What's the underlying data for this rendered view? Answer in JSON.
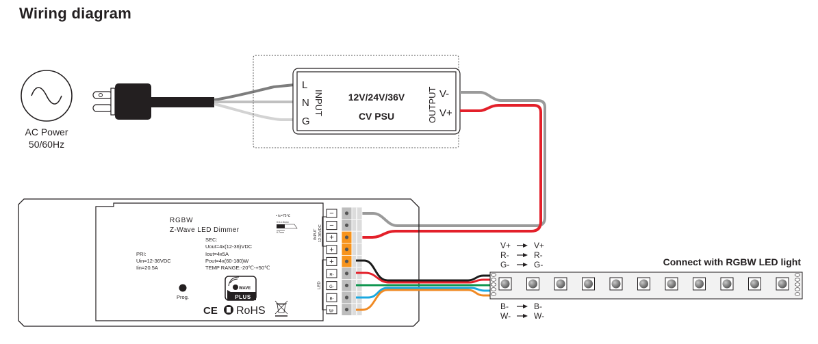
{
  "title": "Wiring diagram",
  "ac_source": {
    "icon": "ac-sine-wave-icon",
    "label_line1": "AC Power",
    "label_line2": "50/60Hz"
  },
  "psu": {
    "input_terminals": [
      "L",
      "N",
      "G"
    ],
    "input_label": "INPUT",
    "line1": "12V/24V/36V",
    "line2": "CV PSU",
    "output_label": "OUTPUT",
    "output_terminals": [
      "V-",
      "V+"
    ]
  },
  "dimmer": {
    "type": "RGBW",
    "name": "Z-Wave LED Dimmer",
    "pri": {
      "heading": "PRI:",
      "lines": [
        "Uin=12-36VDC",
        "Iin=20.5A"
      ]
    },
    "sec": {
      "heading": "SEC:",
      "lines": [
        "Uout=4x(12-36)VDC",
        "Iout=4x5A",
        "Pout=4x(60-180)W",
        "TEMP RANGE:-20℃-+50℃"
      ]
    },
    "tc": "• tc=75℃",
    "wire_spec": "0.5-1.5mm²",
    "strip_len": "6-7mm",
    "prog_label": "Prog.",
    "zwave_logo_top": "WAVE",
    "zwave_logo_bottom": "PLUS",
    "cert_marks": "CE",
    "rohs": "RoHS",
    "input_group_label": "INPUT",
    "input_group_sub": "12-36VDC",
    "led_group_label": "LED",
    "terminals": [
      "−",
      "−",
      "+",
      "+",
      "+",
      "R-",
      "G-",
      "B-",
      "W-"
    ]
  },
  "strip": {
    "caption": "Connect with RGBW LED light",
    "led_count": 11,
    "mapping_top": [
      {
        "from": "V+",
        "to": "V+"
      },
      {
        "from": "R-",
        "to": "R-"
      },
      {
        "from": "G-",
        "to": "G-"
      }
    ],
    "mapping_bottom": [
      {
        "from": "B-",
        "to": "B-"
      },
      {
        "from": "W-",
        "to": "W-"
      }
    ]
  },
  "wire_colors": {
    "black": "#1a1a1a",
    "red": "#e3202a",
    "green": "#0f9650",
    "blue": "#1ba8e0",
    "orange": "#f08a24",
    "grey": "#9a9a9a",
    "dark_grey": "#7d7d7d",
    "light_grey": "#c8c8c8",
    "terminal_orange": "#f7941d"
  }
}
